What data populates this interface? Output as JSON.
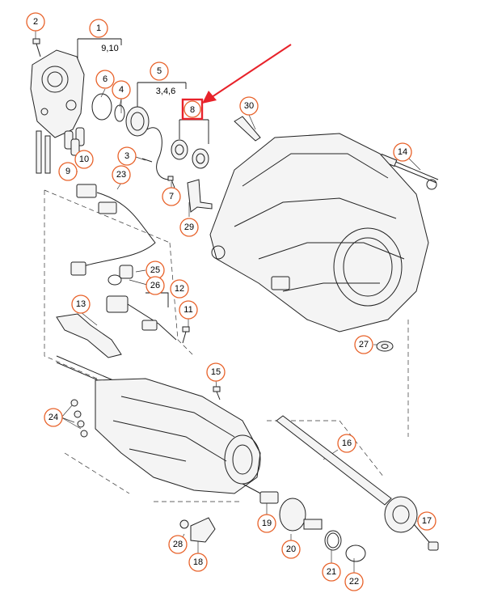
{
  "diagram": {
    "callouts": [
      {
        "id": "c2",
        "label": "2"
      },
      {
        "id": "c1",
        "label": "1"
      },
      {
        "id": "c6",
        "label": "6"
      },
      {
        "id": "c4",
        "label": "4"
      },
      {
        "id": "c5",
        "label": "5"
      },
      {
        "id": "c10",
        "label": "10"
      },
      {
        "id": "c9",
        "label": "9"
      },
      {
        "id": "c3",
        "label": "3"
      },
      {
        "id": "c23",
        "label": "23"
      },
      {
        "id": "c7",
        "label": "7"
      },
      {
        "id": "c29",
        "label": "29"
      },
      {
        "id": "c30",
        "label": "30"
      },
      {
        "id": "c14",
        "label": "14"
      },
      {
        "id": "c25",
        "label": "25"
      },
      {
        "id": "c26",
        "label": "26"
      },
      {
        "id": "c12",
        "label": "12"
      },
      {
        "id": "c13",
        "label": "13"
      },
      {
        "id": "c11",
        "label": "11"
      },
      {
        "id": "c27",
        "label": "27"
      },
      {
        "id": "c15",
        "label": "15"
      },
      {
        "id": "c24",
        "label": "24"
      },
      {
        "id": "c16",
        "label": "16"
      },
      {
        "id": "c19",
        "label": "19"
      },
      {
        "id": "c20",
        "label": "20"
      },
      {
        "id": "c17",
        "label": "17"
      },
      {
        "id": "c28",
        "label": "28"
      },
      {
        "id": "c18",
        "label": "18"
      },
      {
        "id": "c21",
        "label": "21"
      },
      {
        "id": "c22",
        "label": "22"
      }
    ],
    "sub_labels": {
      "group1": "9,10",
      "group5": "3,4,6"
    },
    "highlighted_label": "8",
    "highlight_color": "#e8222a",
    "arrow_color": "#e8222a",
    "callout_color": "#e8622a"
  }
}
